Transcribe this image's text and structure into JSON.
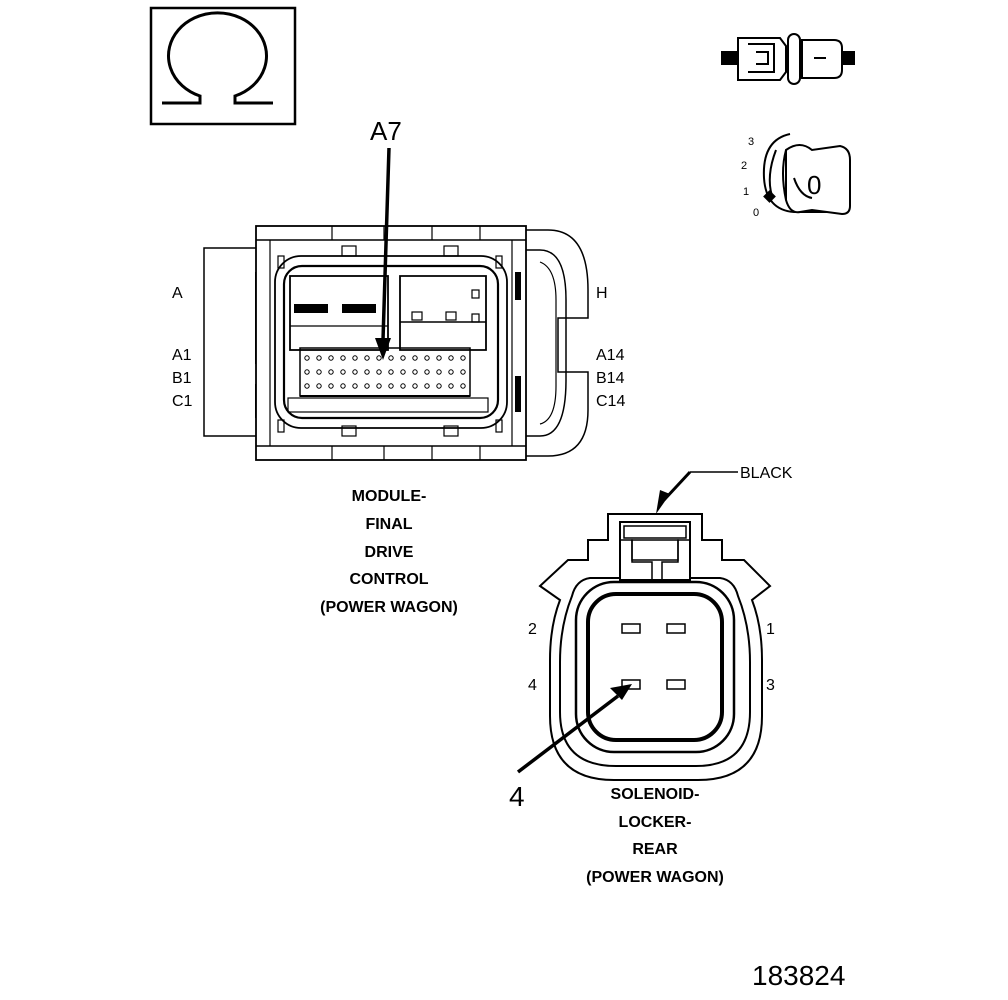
{
  "symbol": {
    "icon": "ohm-icon"
  },
  "module_connector": {
    "pointer_label": "A7",
    "side_left": "A",
    "side_right": "H",
    "left_pins": [
      "A1",
      "B1",
      "C1"
    ],
    "right_pins": [
      "A14",
      "B14",
      "C14"
    ],
    "title_lines": [
      "MODULE-",
      "FINAL",
      "DRIVE",
      "CONTROL",
      "(POWER WAGON)"
    ]
  },
  "key_switch": {
    "positions": [
      "3",
      "2",
      "1",
      "0"
    ],
    "key_label": "0"
  },
  "solenoid_connector": {
    "color_label": "BLACK",
    "pin_labels": {
      "p1": "1",
      "p2": "2",
      "p3": "3",
      "p4": "4"
    },
    "pointer_label": "4",
    "title_lines": [
      "SOLENOID-",
      "LOCKER-",
      "REAR",
      "(POWER WAGON)"
    ]
  },
  "figure_id": "183824"
}
